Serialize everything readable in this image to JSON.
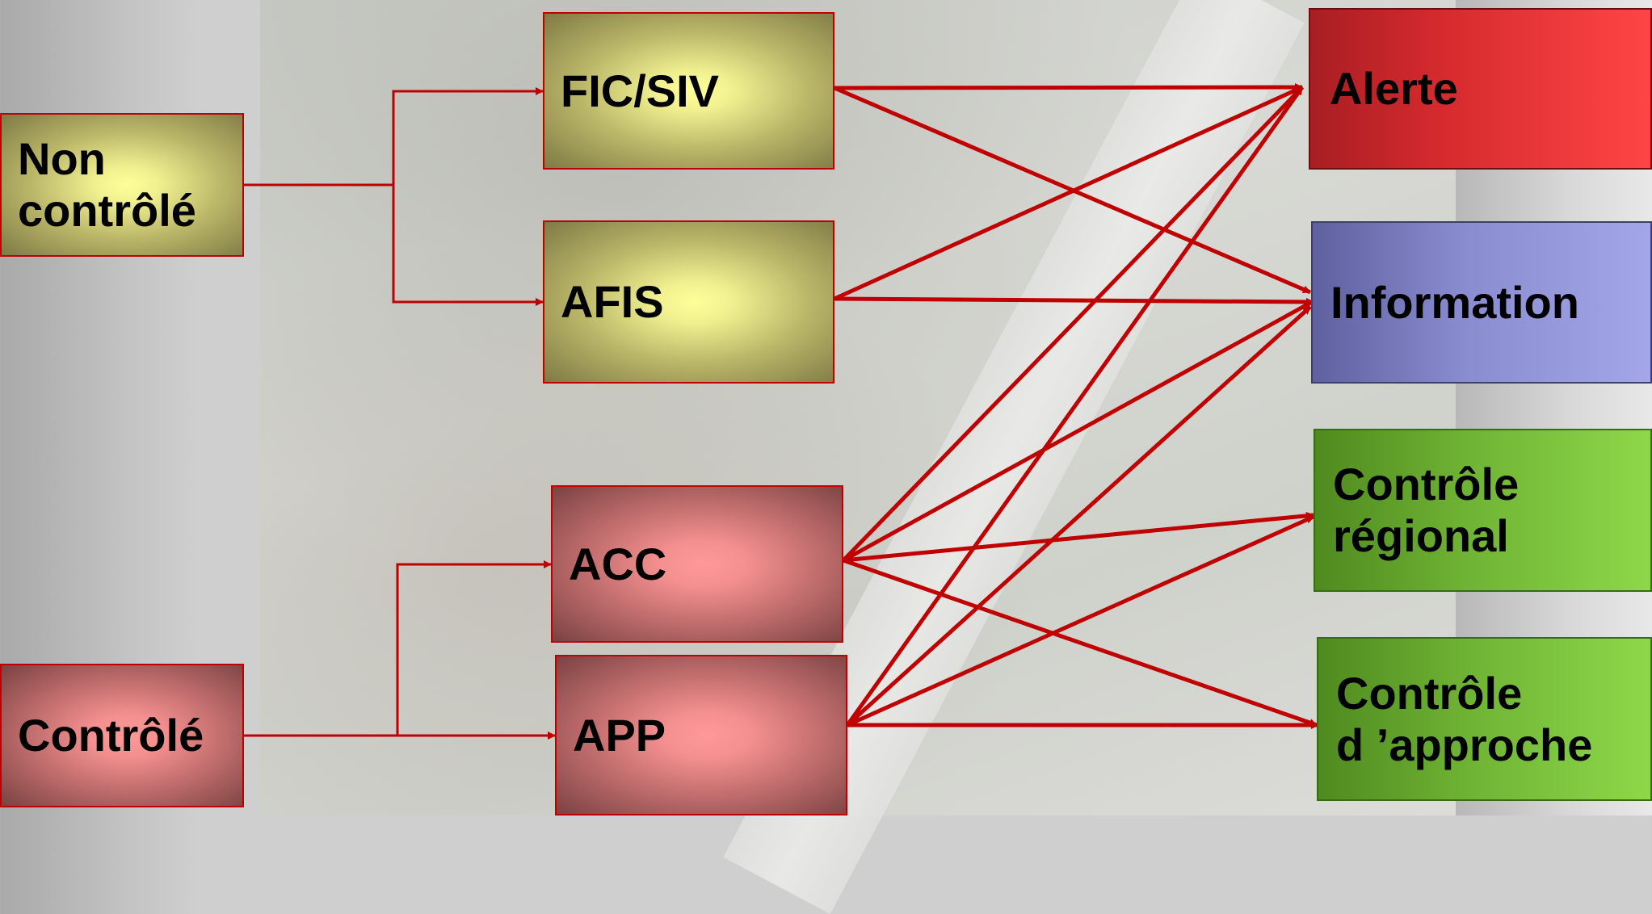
{
  "nodes": {
    "non_controle": "Non\ncontrôlé",
    "controle": "Contrôlé",
    "fic_siv": "FIC/SIV",
    "afis": "AFIS",
    "acc": "ACC",
    "app": "APP",
    "alerte": "Alerte",
    "information": "Information",
    "controle_regional": "Contrôle\nrégional",
    "controle_approche": "Contrôle\nd ’approche"
  },
  "edges": [
    {
      "from": "non_controle",
      "to": "fic_siv"
    },
    {
      "from": "non_controle",
      "to": "afis"
    },
    {
      "from": "controle",
      "to": "acc"
    },
    {
      "from": "controle",
      "to": "app"
    },
    {
      "from": "fic_siv",
      "to": "alerte"
    },
    {
      "from": "fic_siv",
      "to": "information"
    },
    {
      "from": "afis",
      "to": "alerte"
    },
    {
      "from": "afis",
      "to": "information"
    },
    {
      "from": "acc",
      "to": "alerte"
    },
    {
      "from": "acc",
      "to": "information"
    },
    {
      "from": "acc",
      "to": "controle_regional"
    },
    {
      "from": "acc",
      "to": "controle_approche"
    },
    {
      "from": "app",
      "to": "alerte"
    },
    {
      "from": "app",
      "to": "information"
    },
    {
      "from": "app",
      "to": "controle_regional"
    },
    {
      "from": "app",
      "to": "controle_approche"
    }
  ],
  "colors": {
    "connector": "#c00000",
    "node_border": "#c00000"
  }
}
